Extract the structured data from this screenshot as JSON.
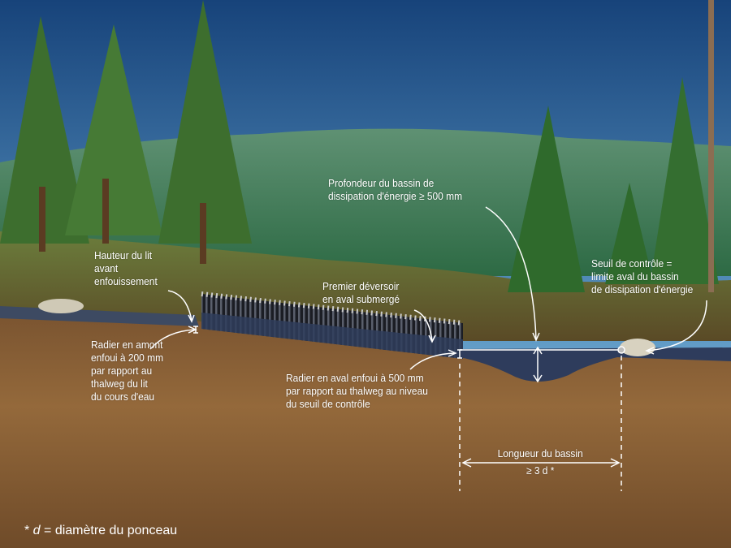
{
  "labels": {
    "bed_height": [
      "Hauteur du lit",
      "avant",
      "enfouissement"
    ],
    "upstream_invert": [
      "Radier en amont",
      "enfoui à 200 mm",
      "par rapport au",
      "thalweg du lit",
      "du cours d'eau"
    ],
    "first_weir": [
      "Premier déversoir",
      "en aval submergé"
    ],
    "downstream_invert": [
      "Radier en aval enfoui à 500 mm",
      "par rapport au thalweg au niveau",
      "du seuil de contrôle"
    ],
    "pool_depth": [
      "Profondeur du bassin de",
      "dissipation d'énergie ≥ 500 mm"
    ],
    "control_sill": [
      "Seuil de contrôle =",
      "limite aval du bassin",
      "de dissipation d'énergie"
    ],
    "pool_length": [
      "Longueur du bassin",
      "≥ 3 d *"
    ]
  },
  "footnote": {
    "symbol": "* ",
    "var": "d",
    "text": " = diamètre du ponceau"
  },
  "colors": {
    "sky_top": "#1d4f86",
    "sky_bottom": "#a9d3e6",
    "forest": "#3f7a5a",
    "grass": "#6d7a3a",
    "soil": "#8a6236",
    "water": "#2e3c5c",
    "label": "#ffffff"
  }
}
